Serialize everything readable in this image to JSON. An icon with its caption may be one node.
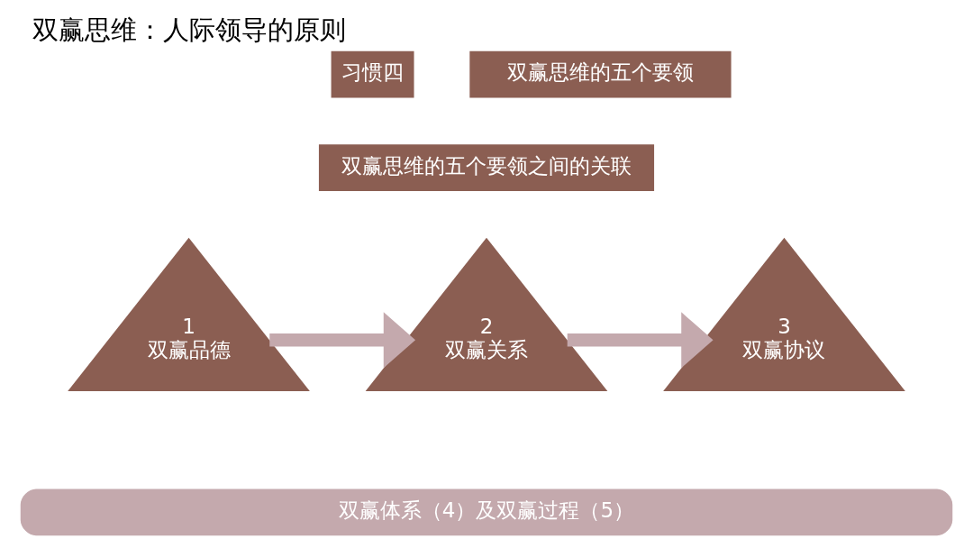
{
  "diagram": {
    "title": "双赢思维：人际领导的原则",
    "nodes": [
      {
        "text": [
          "习惯四"
        ]
      },
      {
        "text": [
          "双赢思维的五个要领"
        ]
      },
      {
        "text": [
          "双赢思维的五个要领之间的关联"
        ]
      },
      {
        "text": [
          "1",
          "双赢品德"
        ]
      },
      {
        "text": [
          "2",
          "双赢关系"
        ]
      },
      {
        "text": [
          "3",
          "双赢协议"
        ]
      },
      {
        "text": [
          "双赢体系（4）及双赢过程（5）"
        ]
      }
    ],
    "edges": [
      {
        "from": 3,
        "to": 4,
        "arrow": "to"
      },
      {
        "from": 4,
        "to": 5,
        "arrow": "to"
      }
    ]
  }
}
